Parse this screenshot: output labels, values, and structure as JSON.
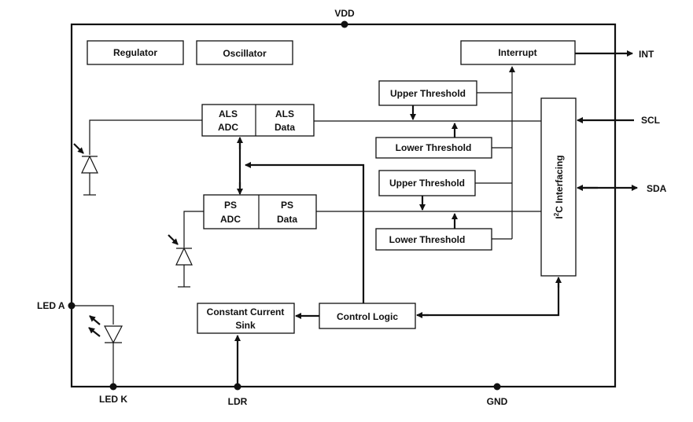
{
  "pins": {
    "vdd": "VDD",
    "int": "INT",
    "scl": "SCL",
    "sda": "SDA",
    "led_a": "LED A",
    "led_k": "LED K",
    "ldr": "LDR",
    "gnd": "GND"
  },
  "blocks": {
    "regulator": "Regulator",
    "oscillator": "Oscillator",
    "interrupt": "Interrupt",
    "als_upper_threshold": "Upper Threshold",
    "als_lower_threshold": "Lower Threshold",
    "ps_upper_threshold": "Upper Threshold",
    "ps_lower_threshold": "Lower Threshold",
    "als_adc": [
      "ALS",
      "ADC"
    ],
    "als_data": [
      "ALS",
      "Data"
    ],
    "ps_adc": [
      "PS",
      "ADC"
    ],
    "ps_data": [
      "PS",
      "Data"
    ],
    "constant_current_sink": [
      "Constant Current",
      "Sink"
    ],
    "control_logic": "Control Logic",
    "i2c_interfacing": {
      "prefix": "I",
      "superscript": "2",
      "suffix": "C Interfacing"
    }
  }
}
